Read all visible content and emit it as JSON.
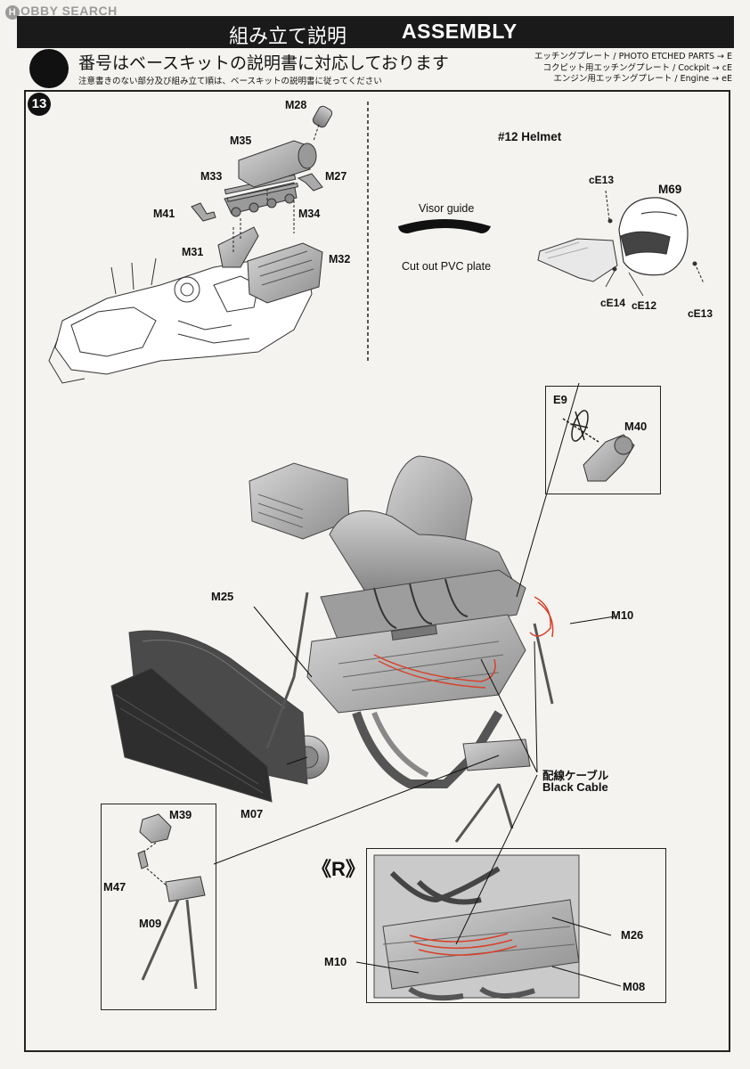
{
  "watermark": {
    "mark": "H",
    "text": "OBBY SEARCH"
  },
  "header": {
    "title_jp": "組み立て説明",
    "title_en": "ASSEMBLY"
  },
  "notes": {
    "main_jp": "番号はベースキットの説明書に対応しております",
    "sub_jp": "注意書きのない部分及び組み立て順は、ベースキットの説明書に従ってください"
  },
  "legend": [
    "エッチングプレート / PHOTO ETCHED PARTS → E",
    "コクピット用エッチングプレート / Cockpit → cE",
    "エンジン用エッチングプレート / Engine → eE"
  ],
  "step": {
    "number": "13"
  },
  "labels": {
    "m28": "M28",
    "m35": "M35",
    "m33": "M33",
    "m27": "M27",
    "m41": "M41",
    "m34": "M34",
    "m31": "M31",
    "m32": "M32",
    "helmet_title": "#12 Helmet",
    "visor_guide": "Visor guide",
    "cut_pvc": "Cut out PVC plate",
    "ce13_top": "cE13",
    "m69": "M69",
    "ce14": "cE14",
    "ce12": "cE12",
    "ce13_bottom": "cE13",
    "e9": "E9",
    "m40": "M40",
    "m25": "M25",
    "m10_main": "M10",
    "cable_jp": "配線ケーブル",
    "cable_en": "Black Cable",
    "m07": "M07",
    "m39": "M39",
    "m47": "M47",
    "m09": "M09",
    "r_mark": "《R》",
    "m26": "M26",
    "m10_detail": "M10",
    "m08": "M08"
  },
  "colors": {
    "part_fill": "#b8b8b8",
    "part_dark": "#7c7c7c",
    "cable": "#d8402a",
    "banner": "#1a1a1a"
  }
}
